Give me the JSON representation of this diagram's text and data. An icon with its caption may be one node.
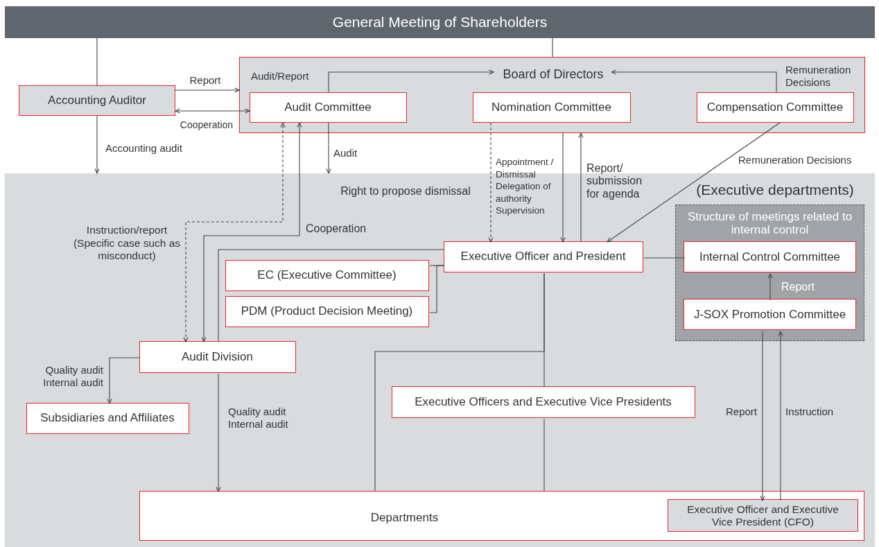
{
  "diagram": {
    "nodes": [
      {
        "text": [
          "General Meeting of Shareholders"
        ]
      },
      {
        "text": [
          "Board of Directors"
        ]
      },
      {
        "text": [
          "Accounting Auditor"
        ]
      },
      {
        "text": [
          "Audit Committee"
        ],
        "in": 1
      },
      {
        "text": [
          "Nomination Committee"
        ],
        "in": 1
      },
      {
        "text": [
          "Compensation Committee"
        ],
        "in": 1
      },
      {
        "text": [
          "(Executive departments)"
        ]
      },
      {
        "text": [
          "Structure of meetings related to internal control"
        ],
        "in": 6
      },
      {
        "text": [
          "Executive Officer and President"
        ],
        "in": 6
      },
      {
        "text": [
          "Internal Control Committee"
        ],
        "in": 7
      },
      {
        "text": [
          "EC (Executive Committee)"
        ],
        "in": 6
      },
      {
        "text": [
          "PDM (Product Decision Meeting)"
        ],
        "in": 6
      },
      {
        "text": [
          "J-SOX Promotion Committee"
        ],
        "in": 7
      },
      {
        "text": [
          "Audit Division"
        ],
        "in": 6
      },
      {
        "text": [
          "Executive Officers and Executive Vice Presidents"
        ],
        "in": 6
      },
      {
        "text": [
          "Subsidiaries and Affiliates"
        ],
        "in": 6
      },
      {
        "text": [
          "Departments"
        ],
        "in": 6
      },
      {
        "text": [
          "Executive Officer and Executive Vice President (CFO)"
        ],
        "in": 16
      }
    ],
    "edges": [
      {
        "from": 0,
        "to": 2,
        "arrow": "none"
      },
      {
        "from": 0,
        "to": 1,
        "arrow": "none"
      },
      {
        "from": 2,
        "to": 1,
        "arrow": "to",
        "label": "Report"
      },
      {
        "from": 2,
        "to": 3,
        "arrow": "both",
        "label": "Cooperation"
      },
      {
        "from": 2,
        "to": 6,
        "arrow": "to",
        "label": "Accounting audit"
      },
      {
        "from": 3,
        "to": 1,
        "arrow": "to",
        "label": "Audit/Report"
      },
      {
        "from": 5,
        "to": 1,
        "arrow": "to",
        "label": "Remuneration Decisions"
      },
      {
        "from": 3,
        "to": 6,
        "arrow": "to",
        "label": "Audit"
      },
      {
        "from": 4,
        "to": 8,
        "arrow": "to",
        "style": "dashed",
        "label": "Appointment / Dismissal Delegation of authority Supervision"
      },
      {
        "from": 1,
        "to": 8,
        "arrow": "to"
      },
      {
        "from": 8,
        "to": 1,
        "arrow": "to",
        "label": "Report/ submission for agenda"
      },
      {
        "from": 5,
        "to": 8,
        "arrow": "to",
        "label": "Remuneration Decisions"
      },
      {
        "from": 13,
        "to": 3,
        "arrow": "both",
        "style": "dashed",
        "label": "Instruction/report (Specific case such as misconduct)"
      },
      {
        "from": 13,
        "to": 3,
        "arrow": "both",
        "label": "Cooperation"
      },
      {
        "from": 8,
        "to": 13,
        "arrow": "none"
      },
      {
        "from": 8,
        "to": 10,
        "arrow": "none"
      },
      {
        "from": 8,
        "to": 11,
        "arrow": "none"
      },
      {
        "from": 8,
        "to": 9,
        "arrow": "none"
      },
      {
        "from": 12,
        "to": 9,
        "arrow": "to",
        "label": "Report"
      },
      {
        "from": 13,
        "to": 15,
        "arrow": "to",
        "label": "Quality audit Internal audit"
      },
      {
        "from": 13,
        "to": 16,
        "arrow": "to",
        "label": "Quality audit Internal audit"
      },
      {
        "from": 8,
        "to": 14,
        "arrow": "none"
      },
      {
        "from": 8,
        "to": 16,
        "arrow": "none"
      },
      {
        "from": 14,
        "to": 16,
        "arrow": "none"
      },
      {
        "from": 12,
        "to": 17,
        "arrow": "to",
        "label": "Report"
      },
      {
        "from": 17,
        "to": 12,
        "arrow": "to",
        "label": "Instruction"
      }
    ],
    "labels": [
      "Right to propose dismissal"
    ]
  }
}
